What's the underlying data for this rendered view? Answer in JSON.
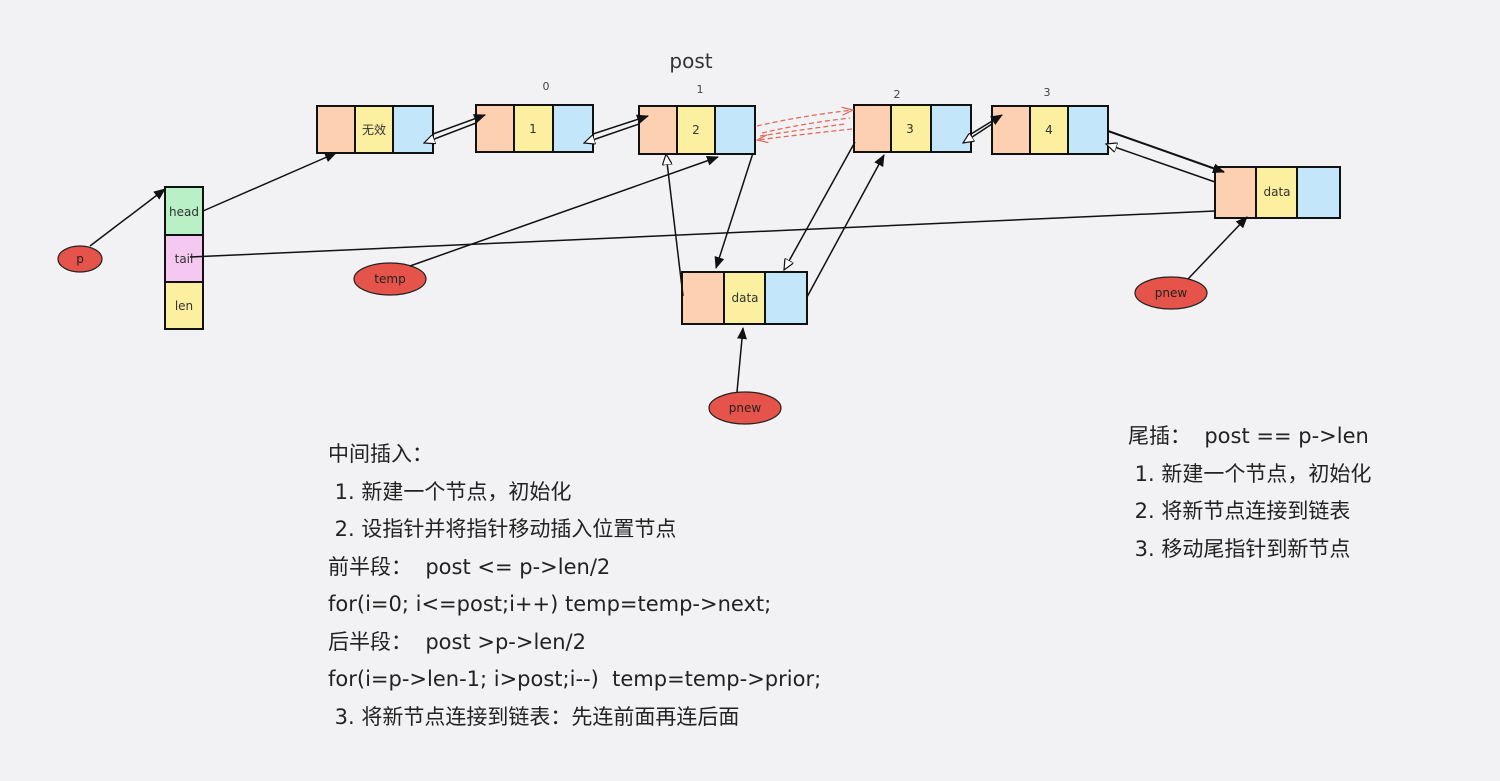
{
  "diagram": {
    "post_label": "post",
    "struct_fields": {
      "head": "head",
      "tail": "tail",
      "len": "len"
    },
    "pointers": {
      "p": "p",
      "temp": "temp",
      "pnew_mid": "pnew",
      "pnew_tail": "pnew"
    },
    "nodes": {
      "invalid": {
        "data": "无效",
        "index": ""
      },
      "n0": {
        "data": "1",
        "index": "0"
      },
      "n1": {
        "data": "2",
        "index": "1"
      },
      "n2": {
        "data": "3",
        "index": "2"
      },
      "n3": {
        "data": "4",
        "index": "3"
      },
      "new_mid": {
        "data": "data",
        "index": ""
      },
      "new_tail": {
        "data": "data",
        "index": ""
      }
    },
    "colors": {
      "prev": "#fdd0b1",
      "data": "#fcef9f",
      "next": "#c3e6fb",
      "head": "#b9f0c5",
      "tail": "#f4c8f0",
      "len": "#fcef9f",
      "pointer": "#e6534a",
      "dashed": "#e06b5a"
    }
  },
  "middle_insert": {
    "lines": [
      "中间插入：",
      " 1. 新建一个节点，初始化",
      " 2. 设指针并将指针移动插入位置节点",
      "前半段：  post <= p->len/2",
      "for(i=0; i<=post;i++) temp=temp->next;",
      "后半段：  post >p->len/2",
      "for(i=p->len-1; i>post;i--)  temp=temp->prior;",
      " 3. 将新节点连接到链表：先连前面再连后面"
    ]
  },
  "tail_insert": {
    "lines": [
      "尾插：  post == p->len",
      " 1. 新建一个节点，初始化",
      " 2. 将新节点连接到链表",
      " 3. 移动尾指针到新节点"
    ]
  }
}
